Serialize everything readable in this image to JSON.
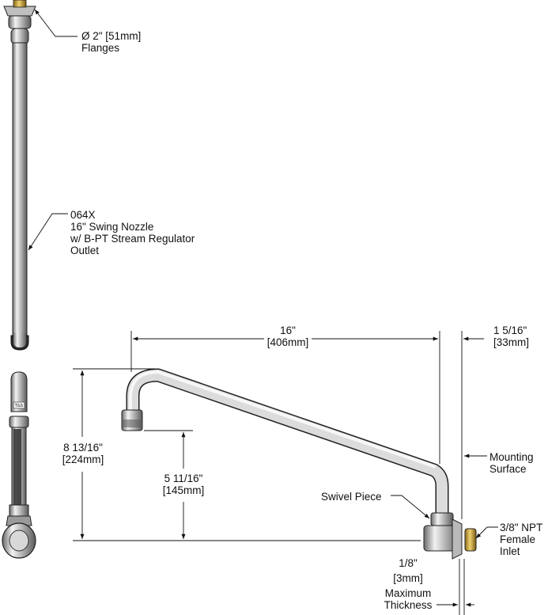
{
  "callouts": {
    "flange_dia": "Ø 2\" [51mm]",
    "flange_name": "Flanges",
    "model": "064X",
    "nozzle_line1": "16\" Swing Nozzle",
    "nozzle_line2": "w/ B-PT Stream Regulator",
    "nozzle_line3": "Outlet",
    "swivel": "Swivel Piece",
    "mounting_line1": "Mounting",
    "mounting_line2": "Surface",
    "inlet_line1": "3/8\" NPT",
    "inlet_line2": "Female",
    "inlet_line3": "Inlet"
  },
  "dimensions": {
    "length_in": "16\"",
    "length_mm": "[406mm]",
    "offset_in": "1 5/16\"",
    "offset_mm": "[33mm]",
    "height_in": "8 13/16\"",
    "height_mm": "[224mm]",
    "outlet_in": "5 11/16\"",
    "outlet_mm": "[145mm]",
    "thickness_in": "1/8\"",
    "thickness_mm": "[3mm]",
    "thickness_line1": "Maximum",
    "thickness_line2": "Thickness"
  },
  "colors": {
    "metal": "#c8c8c8",
    "brass": "#d9b64a",
    "line": "#111111"
  }
}
